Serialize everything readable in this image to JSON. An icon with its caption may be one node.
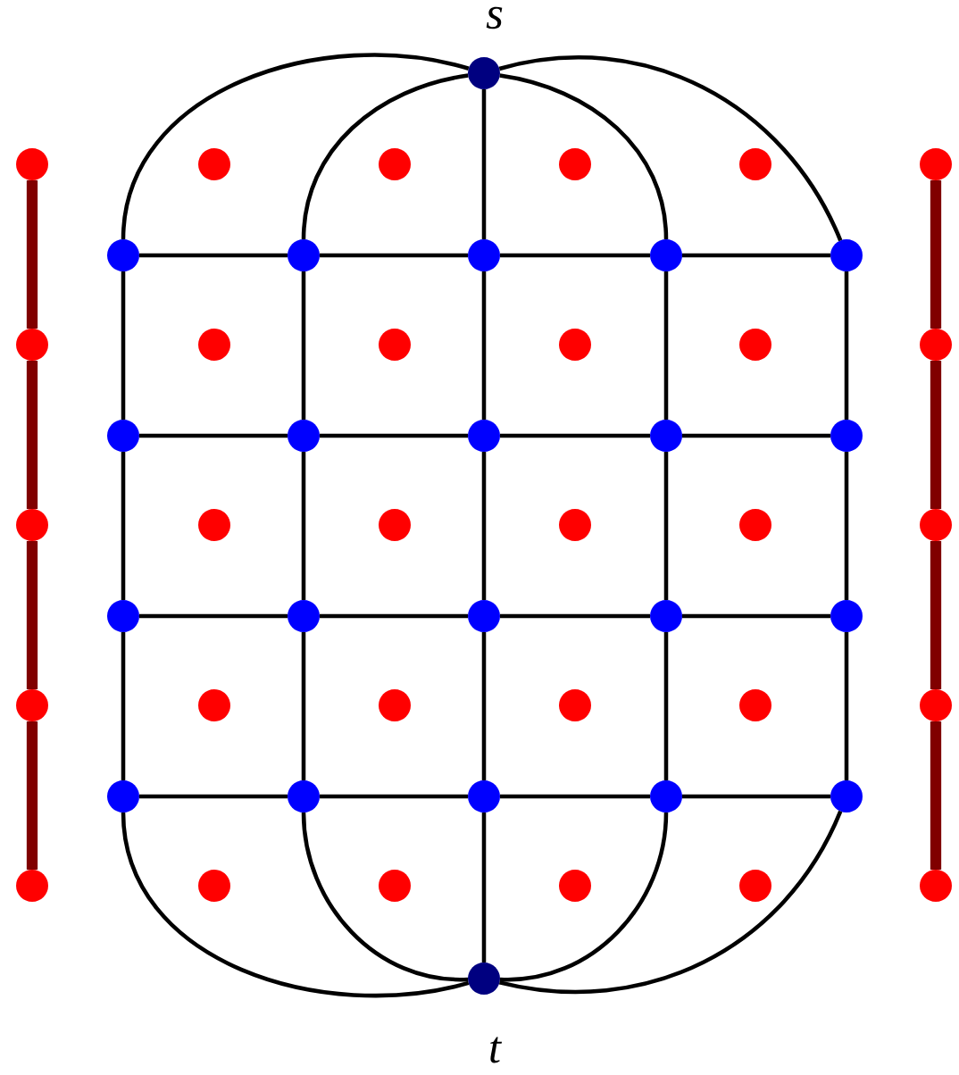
{
  "diagram": {
    "nodes": [
      {
        "text": [],
        "shape": "circle",
        "beside": [
          "s"
        ]
      },
      {
        "text": [],
        "shape": "circle"
      },
      {
        "text": [],
        "shape": "circle"
      },
      {
        "text": [],
        "shape": "circle"
      },
      {
        "text": [],
        "shape": "circle"
      },
      {
        "text": [],
        "shape": "circle"
      },
      {
        "text": [],
        "shape": "circle"
      },
      {
        "text": [],
        "shape": "circle"
      },
      {
        "text": [],
        "shape": "circle"
      },
      {
        "text": [],
        "shape": "circle"
      },
      {
        "text": [],
        "shape": "circle"
      },
      {
        "text": [],
        "shape": "circle"
      },
      {
        "text": [],
        "shape": "circle"
      },
      {
        "text": [],
        "shape": "circle"
      },
      {
        "text": [],
        "shape": "circle"
      },
      {
        "text": [],
        "shape": "circle"
      },
      {
        "text": [],
        "shape": "circle"
      },
      {
        "text": [],
        "shape": "circle"
      },
      {
        "text": [],
        "shape": "circle"
      },
      {
        "text": [],
        "shape": "circle"
      },
      {
        "text": [],
        "shape": "circle"
      },
      {
        "text": [],
        "shape": "circle"
      },
      {
        "text": [],
        "shape": "circle"
      },
      {
        "text": [],
        "shape": "circle"
      },
      {
        "text": [],
        "shape": "circle"
      },
      {
        "text": [],
        "shape": "circle"
      },
      {
        "text": [],
        "shape": "circle"
      },
      {
        "text": [],
        "shape": "circle"
      },
      {
        "text": [],
        "shape": "circle"
      },
      {
        "text": [],
        "shape": "circle"
      },
      {
        "text": [],
        "shape": "circle"
      },
      {
        "text": [],
        "shape": "circle"
      },
      {
        "text": [],
        "shape": "circle"
      },
      {
        "text": [],
        "shape": "circle"
      },
      {
        "text": [],
        "shape": "circle"
      },
      {
        "text": [],
        "shape": "circle"
      },
      {
        "text": [],
        "shape": "circle"
      },
      {
        "text": [],
        "shape": "circle"
      },
      {
        "text": [],
        "shape": "circle"
      },
      {
        "text": [],
        "shape": "circle"
      },
      {
        "text": [],
        "shape": "circle"
      },
      {
        "text": [],
        "shape": "circle"
      },
      {
        "text": [],
        "shape": "circle"
      },
      {
        "text": [],
        "shape": "circle"
      },
      {
        "text": [],
        "shape": "circle"
      },
      {
        "text": [],
        "shape": "circle"
      },
      {
        "text": [],
        "shape": "circle"
      },
      {
        "text": [],
        "shape": "circle"
      },
      {
        "text": [],
        "shape": "circle"
      },
      {
        "text": [],
        "shape": "circle"
      },
      {
        "text": [],
        "shape": "circle"
      },
      {
        "text": [],
        "shape": "circle",
        "beside": [
          "t"
        ]
      }
    ],
    "edges": [
      {
        "from": 0,
        "to": 7,
        "arrow": "none"
      },
      {
        "from": 0,
        "to": 8,
        "arrow": "none"
      },
      {
        "from": 0,
        "to": 9,
        "arrow": "none"
      },
      {
        "from": 0,
        "to": 10,
        "arrow": "none"
      },
      {
        "from": 0,
        "to": 11,
        "arrow": "none"
      },
      {
        "from": 7,
        "to": 8,
        "arrow": "none"
      },
      {
        "from": 8,
        "to": 9,
        "arrow": "none"
      },
      {
        "from": 9,
        "to": 10,
        "arrow": "none"
      },
      {
        "from": 10,
        "to": 11,
        "arrow": "none"
      },
      {
        "from": 7,
        "to": 18,
        "arrow": "none"
      },
      {
        "from": 8,
        "to": 19,
        "arrow": "none"
      },
      {
        "from": 9,
        "to": 20,
        "arrow": "none"
      },
      {
        "from": 10,
        "to": 21,
        "arrow": "none"
      },
      {
        "from": 11,
        "to": 22,
        "arrow": "none"
      },
      {
        "from": 18,
        "to": 19,
        "arrow": "none"
      },
      {
        "from": 19,
        "to": 20,
        "arrow": "none"
      },
      {
        "from": 20,
        "to": 21,
        "arrow": "none"
      },
      {
        "from": 21,
        "to": 22,
        "arrow": "none"
      },
      {
        "from": 18,
        "to": 29,
        "arrow": "none"
      },
      {
        "from": 19,
        "to": 30,
        "arrow": "none"
      },
      {
        "from": 20,
        "to": 31,
        "arrow": "none"
      },
      {
        "from": 21,
        "to": 32,
        "arrow": "none"
      },
      {
        "from": 22,
        "to": 33,
        "arrow": "none"
      },
      {
        "from": 29,
        "to": 30,
        "arrow": "none"
      },
      {
        "from": 30,
        "to": 31,
        "arrow": "none"
      },
      {
        "from": 31,
        "to": 32,
        "arrow": "none"
      },
      {
        "from": 32,
        "to": 33,
        "arrow": "none"
      },
      {
        "from": 29,
        "to": 40,
        "arrow": "none"
      },
      {
        "from": 30,
        "to": 41,
        "arrow": "none"
      },
      {
        "from": 31,
        "to": 42,
        "arrow": "none"
      },
      {
        "from": 32,
        "to": 43,
        "arrow": "none"
      },
      {
        "from": 33,
        "to": 44,
        "arrow": "none"
      },
      {
        "from": 40,
        "to": 41,
        "arrow": "none"
      },
      {
        "from": 41,
        "to": 42,
        "arrow": "none"
      },
      {
        "from": 42,
        "to": 43,
        "arrow": "none"
      },
      {
        "from": 43,
        "to": 44,
        "arrow": "none"
      },
      {
        "from": 40,
        "to": 51,
        "arrow": "none"
      },
      {
        "from": 41,
        "to": 51,
        "arrow": "none"
      },
      {
        "from": 42,
        "to": 51,
        "arrow": "none"
      },
      {
        "from": 43,
        "to": 51,
        "arrow": "none"
      },
      {
        "from": 44,
        "to": 51,
        "arrow": "none"
      },
      {
        "from": 1,
        "to": 12,
        "arrow": "none",
        "style": "thick",
        "color": "#800000"
      },
      {
        "from": 12,
        "to": 23,
        "arrow": "none",
        "style": "thick",
        "color": "#800000"
      },
      {
        "from": 23,
        "to": 34,
        "arrow": "none",
        "style": "thick",
        "color": "#800000"
      },
      {
        "from": 34,
        "to": 45,
        "arrow": "none",
        "style": "thick",
        "color": "#800000"
      },
      {
        "from": 6,
        "to": 17,
        "arrow": "none",
        "style": "thick",
        "color": "#800000"
      },
      {
        "from": 17,
        "to": 28,
        "arrow": "none",
        "style": "thick",
        "color": "#800000"
      },
      {
        "from": 28,
        "to": 39,
        "arrow": "none",
        "style": "thick",
        "color": "#800000"
      },
      {
        "from": 39,
        "to": 50,
        "arrow": "none",
        "style": "thick",
        "color": "#800000"
      }
    ]
  }
}
